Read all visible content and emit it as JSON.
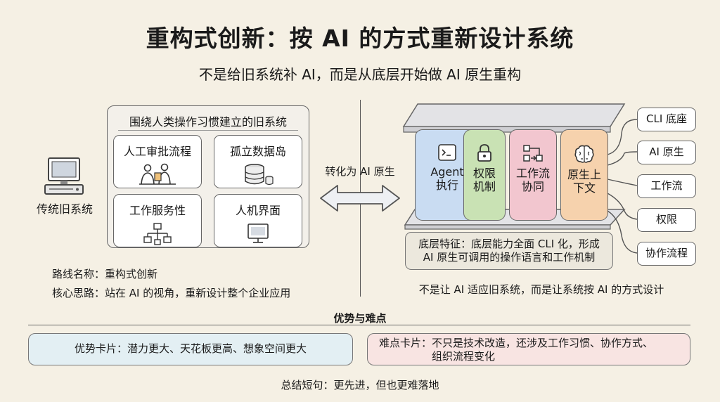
{
  "header": {
    "title": "重构式创新：按 AI 的方式重新设计系统",
    "subtitle": "不是给旧系统补 AI，而是从底层开始做 AI 原生重构"
  },
  "left": {
    "pc_label": "传统旧系统",
    "panel_title": "围绕人类操作习惯建立的旧系统",
    "modules": [
      "人工审批流程",
      "孤立数据岛",
      "工作服务性",
      "人机界面"
    ],
    "route_name": "路线名称：重构式创新",
    "core_idea": "核心思路：站在 AI 的视角，重新设计整个企业应用"
  },
  "arrow": {
    "label": "转化为 AI 原生"
  },
  "right": {
    "capabilities": [
      {
        "line1": "Agent",
        "line2": "执行",
        "color": "#c9dcf2",
        "icon": "terminal-icon"
      },
      {
        "line1": "权限",
        "line2": "机制",
        "color": "#c9e2b4",
        "icon": "lock-icon"
      },
      {
        "line1": "工作流",
        "line2": "协同",
        "color": "#f2c6cf",
        "icon": "workflow-icon"
      },
      {
        "line1": "原生上",
        "line2": "下文",
        "color": "#f6d2ad",
        "icon": "brain-icon"
      }
    ],
    "side_labels": [
      "CLI 底座",
      "AI 原生",
      "工作流",
      "权限",
      "协作流程"
    ],
    "bottom_feature": {
      "line1": "底层特征：底层能力全面 CLI 化，形成",
      "line2": "AI 原生可调用的操作语言和工作机制"
    },
    "note": "不是让 AI 适应旧系统，而是让系统按 AI 的方式设计"
  },
  "bottom": {
    "section_title": "优势与难点",
    "advantage": "优势卡片：潜力更大、天花板更高、想象空间更大",
    "difficulty_line1": "难点卡片：不只是技术改造，还涉及工作习惯、协作方式、",
    "difficulty_line2": "组织流程变化",
    "summary": "总结短句：更先进，但也更难落地"
  },
  "colors": {
    "background": "#f5f0e4",
    "advantage_card": "#e3eff3",
    "difficulty_card": "#f8e4e2",
    "slab": "#e3e3e6"
  }
}
